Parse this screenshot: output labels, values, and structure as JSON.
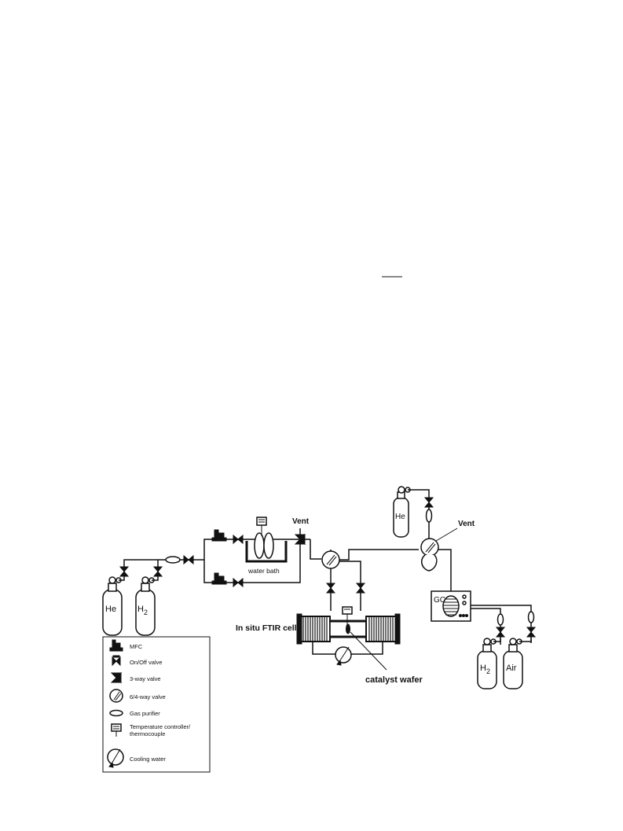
{
  "header": {
    "rule_text": ""
  },
  "diagram": {
    "labels": {
      "vent_left": "Vent",
      "vent_right": "Vent",
      "water_bath": "water bath",
      "ftir_cell": "In situ FTIR cell",
      "catalyst_wafer": "catalyst wafer",
      "gc": "GC"
    },
    "cylinders": {
      "he_left": "He",
      "h2_left_main": "H",
      "h2_left_sub": "2",
      "he_top": "He",
      "h2_right_main": "H",
      "h2_right_sub": "2",
      "air": "Air"
    },
    "legend": [
      {
        "icon": "mfc-icon",
        "label": "MFC"
      },
      {
        "icon": "on-off-valve-icon",
        "label": "On/Off valve"
      },
      {
        "icon": "three-way-valve-icon",
        "label": "3-way valve"
      },
      {
        "icon": "six-four-way-valve-icon",
        "label": "6/4-way valve"
      },
      {
        "icon": "gas-purifier-icon",
        "label": "Gas purifier"
      },
      {
        "icon": "temperature-controller-icon",
        "label_line1": "Temperature controller/",
        "label_line2": "thermocouple"
      },
      {
        "icon": "cooling-water-icon",
        "label": "Cooling water"
      }
    ]
  }
}
